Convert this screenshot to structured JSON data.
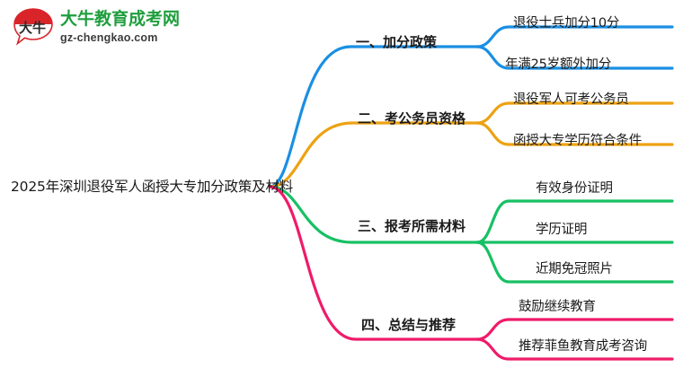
{
  "logo": {
    "mark_text": "大牛",
    "brand_cn": "大牛教育成考网",
    "brand_url": "gz-chengkao.com",
    "brand_color": "#1f9e3e",
    "mark_top_color": "#d9252a"
  },
  "mindmap": {
    "root": {
      "label": "2025年深圳退役军人函授大专加分政策及材料"
    },
    "branches": [
      {
        "label": "一、加分政策",
        "color": "#1a8fe3",
        "children": [
          {
            "label": "退役士兵加分10分"
          },
          {
            "label": "年满25岁额外加分"
          }
        ]
      },
      {
        "label": "二、考公务员资格",
        "color": "#eda213",
        "children": [
          {
            "label": "退役军人可考公务员"
          },
          {
            "label": "函授大专学历符合条件"
          }
        ]
      },
      {
        "label": "三、报考所需材料",
        "color": "#17c064",
        "children": [
          {
            "label": "有效身份证明"
          },
          {
            "label": "学历证明"
          },
          {
            "label": "近期免冠照片"
          }
        ]
      },
      {
        "label": "四、总结与推荐",
        "color": "#ef1b69",
        "children": [
          {
            "label": "鼓励继续教育"
          },
          {
            "label": "推荐菲鱼教育成考咨询"
          }
        ]
      }
    ]
  }
}
